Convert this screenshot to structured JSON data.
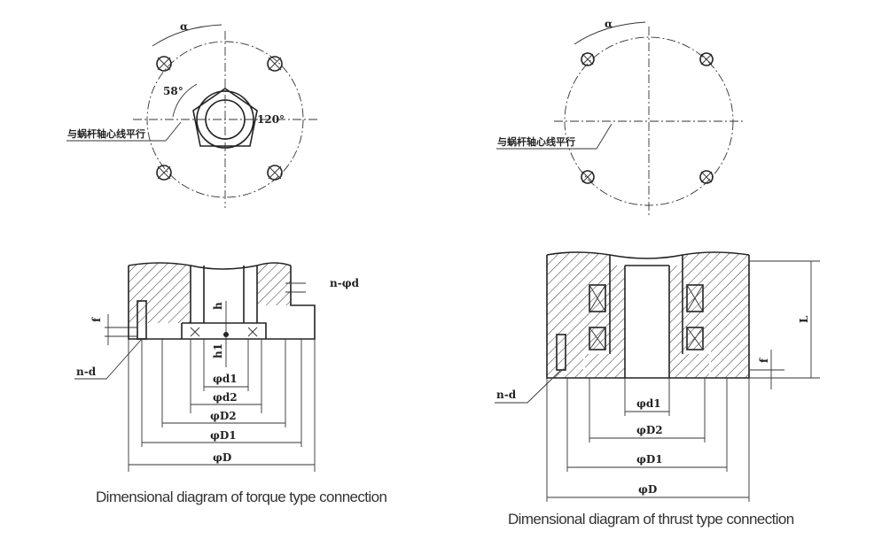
{
  "torque": {
    "alpha": "α",
    "angle_58": "58°",
    "angle_120": "120°",
    "note": "与蜗杆轴心线平行",
    "n_phi_d": "n-φd",
    "f": "f",
    "h": "h",
    "h1": "h1",
    "n_d": "n-d",
    "d1": "φd1",
    "d2": "φd2",
    "D2": "φD2",
    "D1": "φD1",
    "D": "φD",
    "caption": "Dimensional diagram of torque type connection"
  },
  "thrust": {
    "alpha": "α",
    "note": "与蜗杆轴心线平行",
    "L": "L",
    "f": "f",
    "n_d": "n-d",
    "d1": "φd1",
    "D2": "φD2",
    "D1": "φD1",
    "D": "φD",
    "caption": "Dimensional diagram of thrust type connection"
  }
}
